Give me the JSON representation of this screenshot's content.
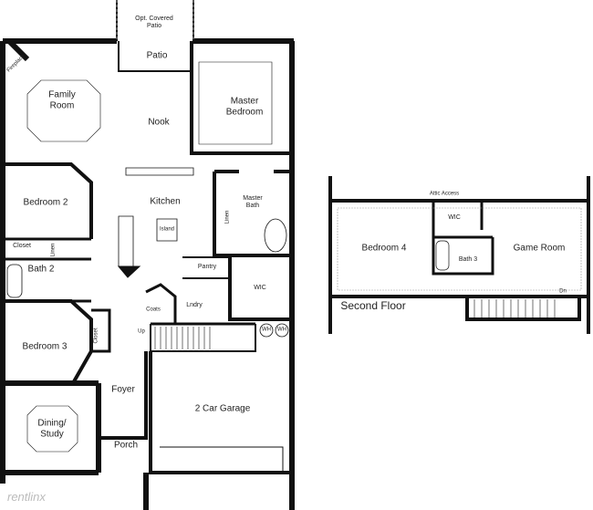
{
  "first_floor": {
    "rooms": {
      "opt_covered_patio": "Opt. Covered\nPatio",
      "patio": "Patio",
      "fireplace": "Fireplace",
      "family_room": "Family\nRoom",
      "nook": "Nook",
      "master_bedroom": "Master\nBedroom",
      "bedroom_2": "Bedroom 2",
      "kitchen": "Kitchen",
      "island": "Island",
      "master_bath": "Master\nBath",
      "closet_1": "Closet",
      "linen_1": "Linen",
      "linen_2": "Linen",
      "bath_2": "Bath 2",
      "pantry": "Pantry",
      "wic": "WIC",
      "coats": "Coats",
      "laundry": "Lndry",
      "closet_2": "Closet",
      "up": "Up",
      "wh_1": "WH",
      "wh_2": "WH",
      "bedroom_3": "Bedroom 3",
      "foyer": "Foyer",
      "garage": "2 Car Garage",
      "dining_study": "Dining/\nStudy",
      "porch": "Porch"
    }
  },
  "second_floor": {
    "title": "Second Floor",
    "rooms": {
      "attic_access": "Attic Access",
      "wic": "WIC",
      "bedroom_4": "Bedroom 4",
      "bath_3": "Bath 3",
      "game_room": "Game Room",
      "down": "Dn"
    }
  },
  "watermark": "rentlinx"
}
